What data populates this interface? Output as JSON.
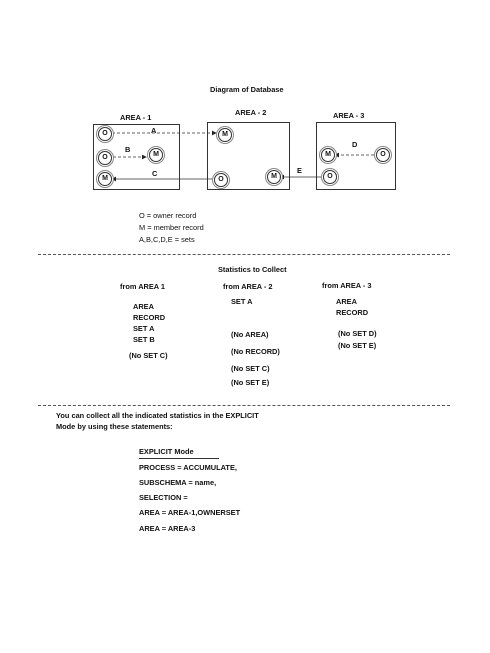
{
  "diagram": {
    "title": "Diagram of Database",
    "areas": [
      "AREA - 1",
      "AREA - 2",
      "AREA - 3"
    ],
    "set_labels": [
      "A",
      "B",
      "C",
      "D",
      "E"
    ],
    "owner_symbol": "O",
    "member_symbol": "M",
    "legend": [
      "O = owner record",
      "M = member record",
      "A,B,C,D,E = sets"
    ]
  },
  "statistics": {
    "title": "Statistics to Collect",
    "columns": [
      {
        "heading": "from AREA 1",
        "items": [
          "AREA",
          "RECORD",
          "SET A",
          "SET B"
        ],
        "extra": [
          "(No SET C)"
        ]
      },
      {
        "heading": "from AREA - 2",
        "items": [
          "SET A"
        ],
        "extra": [
          "(No AREA)",
          "(No RECORD)",
          "(No SET C)",
          "(No SET E)"
        ]
      },
      {
        "heading": "from AREA - 3",
        "items": [
          "AREA",
          "RECORD"
        ],
        "extra": [
          "(No SET D)",
          "(No SET E)"
        ]
      }
    ]
  },
  "explicit": {
    "intro_line1": "You can collect all the indicated statistics in the EXPLICIT",
    "intro_line2": "Mode by using these statements:",
    "heading": "EXPLICIT Mode",
    "statements": [
      "PROCESS = ACCUMULATE,",
      "SUBSCHEMA = name,",
      "SELECTION =",
      "AREA = AREA-1,OWNERSET",
      "AREA = AREA-3"
    ]
  }
}
